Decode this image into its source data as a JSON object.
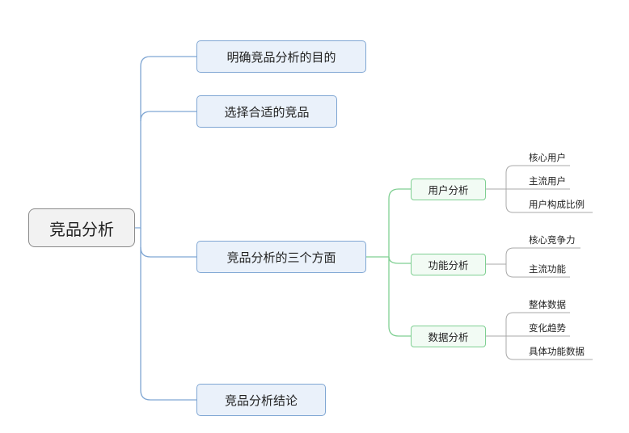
{
  "root": {
    "label": "竞品分析"
  },
  "branches": [
    {
      "label": "明确竞品分析的目的"
    },
    {
      "label": "选择合适的竞品"
    },
    {
      "label": "竞品分析的三个方面",
      "children": [
        {
          "label": "用户分析",
          "leaves": [
            "核心用户",
            "主流用户",
            "用户构成比例"
          ]
        },
        {
          "label": "功能分析",
          "leaves": [
            "核心竞争力",
            "主流功能"
          ]
        },
        {
          "label": "数据分析",
          "leaves": [
            "整体数据",
            "变化趋势",
            "具体功能数据"
          ]
        }
      ]
    },
    {
      "label": "竞品分析结论"
    }
  ],
  "colors": {
    "root_border": "#8a8a8a",
    "level1_line": "#7fa6d3",
    "level2_line": "#7fcf92",
    "leaf_line": "#a9a9a9"
  }
}
